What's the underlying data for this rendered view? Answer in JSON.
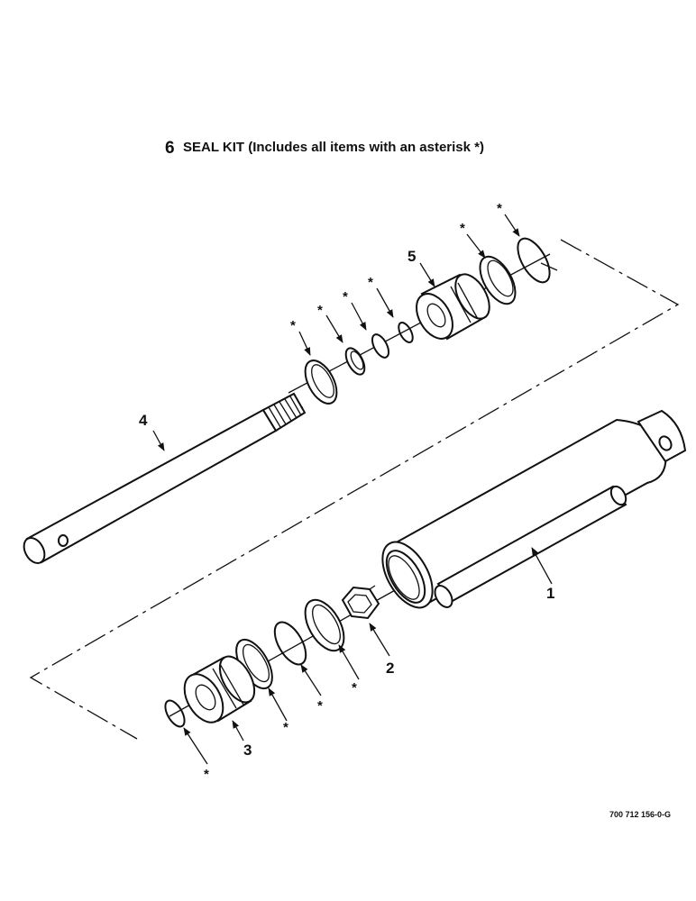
{
  "title": {
    "number": "6",
    "text": "SEAL KIT (Includes all items with an asterisk *)"
  },
  "callouts": [
    {
      "id": "1",
      "label": "1"
    },
    {
      "id": "2",
      "label": "2"
    },
    {
      "id": "3",
      "label": "3"
    },
    {
      "id": "4",
      "label": "4"
    },
    {
      "id": "5",
      "label": "5"
    }
  ],
  "asterisk": "*",
  "figure_number": "700 712 156-0-G"
}
